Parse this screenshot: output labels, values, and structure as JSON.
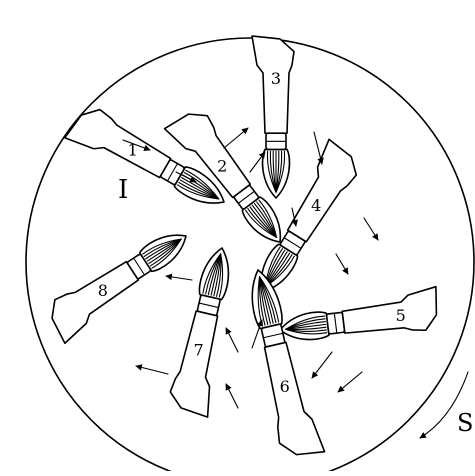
{
  "figure": {
    "panel_label": "I",
    "corner_label": "S",
    "brushes": [
      {
        "number": "1"
      },
      {
        "number": "2"
      },
      {
        "number": "3"
      },
      {
        "number": "4"
      },
      {
        "number": "5"
      },
      {
        "number": "6"
      },
      {
        "number": "7"
      },
      {
        "number": "8"
      }
    ],
    "colors": {
      "ink": "#000000",
      "paper": "#ffffff"
    }
  }
}
